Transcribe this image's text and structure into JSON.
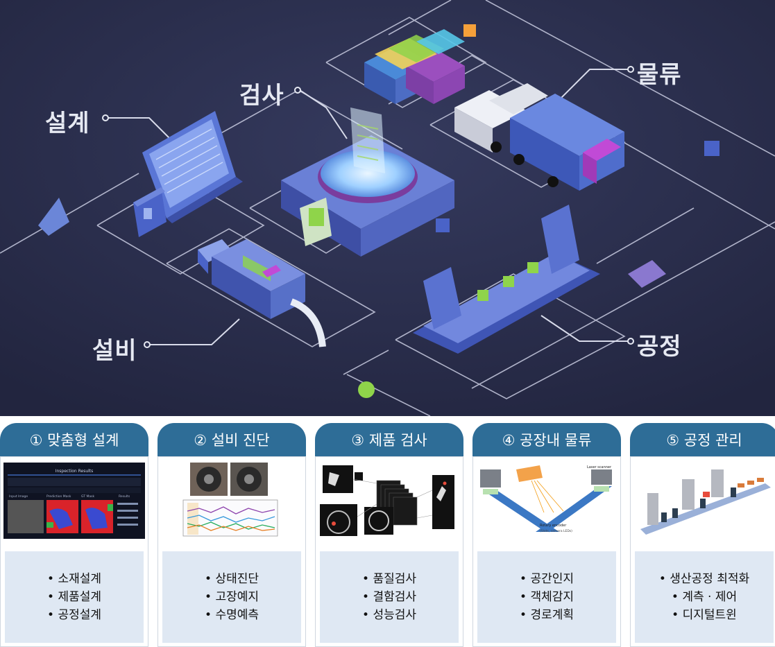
{
  "hero": {
    "labels": {
      "design": "설계",
      "inspection": "검사",
      "logistics": "물류",
      "equipment": "설비",
      "process": "공정"
    },
    "colors": {
      "background": "#2a2e4e",
      "accent_blue": "#4a63c8",
      "accent_purple": "#7d3fa5",
      "accent_green": "#8fd44a",
      "accent_orange": "#f5a03a"
    }
  },
  "panels": [
    {
      "title": "① 맞춤형 설계",
      "items": [
        "소재설계",
        "제품설계",
        "공정설계"
      ]
    },
    {
      "title": "② 설비 진단",
      "items": [
        "상태진단",
        "고장예지",
        "수명예측"
      ]
    },
    {
      "title": "③ 제품 검사",
      "items": [
        "품질검사",
        "결함검사",
        "성능검사"
      ]
    },
    {
      "title": "④ 공장내 물류",
      "items": [
        "공간인지",
        "객체감지",
        "경로계획"
      ]
    },
    {
      "title": "⑤ 공정 관리",
      "items": [
        "생산공정 최적화",
        "계측 · 제어",
        "디지털트윈"
      ]
    }
  ],
  "thumbs": {
    "design": {
      "header": "Inspection Results",
      "cols": [
        "Input Image",
        "Prediction Mask",
        "GT Mask",
        "Results"
      ]
    },
    "logistics": {
      "tags": [
        "Laser scanner",
        "Rotary encoder"
      ],
      "caption": "(Slots, camera LEDs)"
    }
  },
  "colors": {
    "tab": "#2e6d97",
    "list_bg": "#dfe8f3"
  }
}
